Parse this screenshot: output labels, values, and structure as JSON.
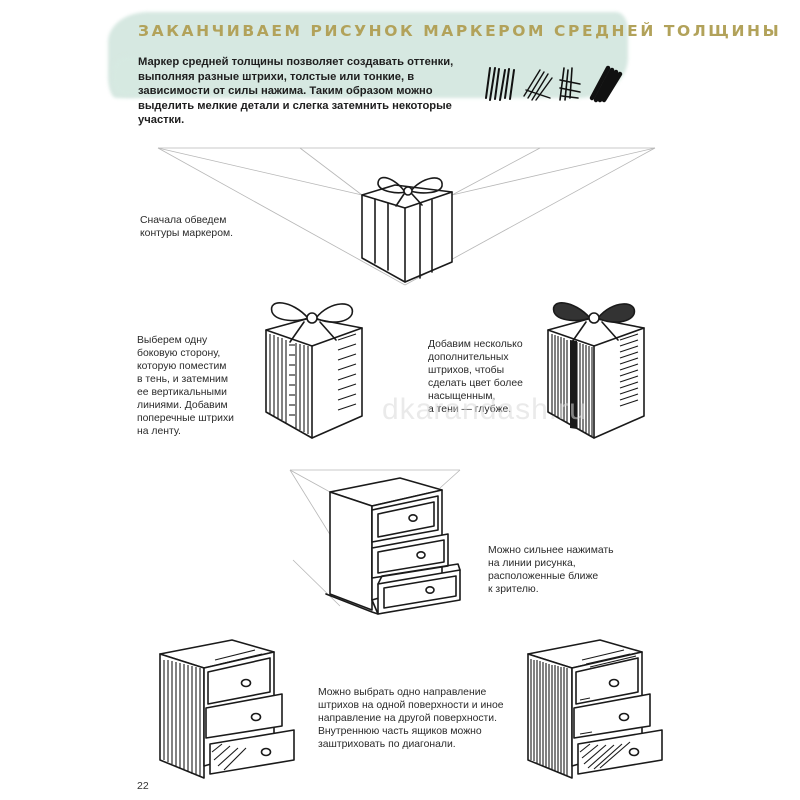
{
  "heading": "ЗАКАНЧИВАЕМ РИСУНОК МАРКЕРОМ СРЕДНЕЙ ТОЛЩИНЫ",
  "intro": "Маркер средней толщины позволяет создавать оттенки, выполняя разные штрихи, толстые или тонкие, в зависимости от силы нажима. Таким образом можно выделить мелкие детали и слегка затемнить некоторые участки.",
  "captions": {
    "step1": [
      "Сначала обведем",
      "контуры маркером."
    ],
    "step2": [
      "Выберем одну",
      "боковую сторону,",
      "которую поместим",
      "в тень, и затемним",
      "ее вертикальными",
      "линиями. Добавим",
      "поперечные штрихи",
      "на ленту."
    ],
    "step3": [
      "Добавим несколько",
      "дополнительных",
      "штрихов, чтобы",
      "сделать цвет более",
      "насыщенным,",
      "а тени — глубже."
    ],
    "step4": [
      "Можно сильнее нажимать",
      "на линии рисунка,",
      "расположенные ближе",
      "к зрителю."
    ],
    "step5": [
      "Можно выбрать одно направление",
      "штрихов на одной поверхности и иное",
      "направление на другой поверхности.",
      "Внутреннюю часть ящиков можно",
      "заштриховать по диагонали."
    ]
  },
  "watermark": "dkarandash.ru",
  "page_number": "22",
  "colors": {
    "heading": "#b2a25a",
    "brush": "#cfe4dc",
    "ink": "#1a1a1a",
    "guide": "#b7b7b7"
  }
}
